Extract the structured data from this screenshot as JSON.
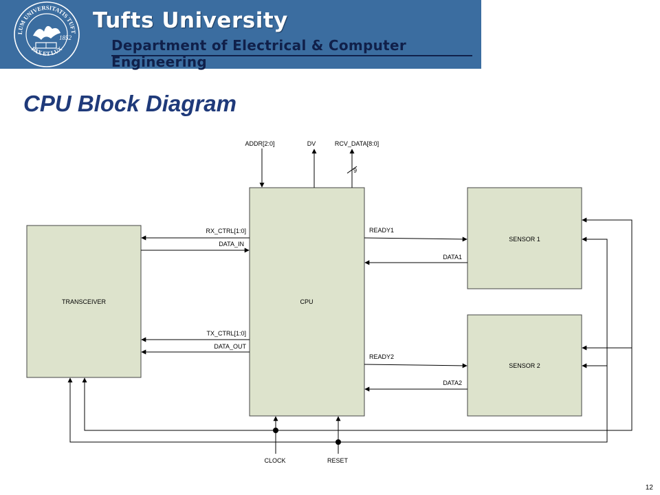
{
  "header": {
    "university": "Tufts University",
    "department": "Department of Electrical & Computer Engineering",
    "seal_text_top": "SIGILLUM UNIVERSITATIS TUFTENSIS",
    "seal_text_bottom": "PAX ET LUX",
    "seal_year": "1852",
    "banner_color": "#3b6da0"
  },
  "title": "CPU Block Diagram",
  "diagram": {
    "block_fill": "#dde3cc",
    "blocks": {
      "cpu": "CPU",
      "transceiver": "TRANSCEIVER",
      "sensor1": "SENSOR 1",
      "sensor2": "SENSOR 2"
    },
    "signals": {
      "addr": "ADDR[2:0]",
      "dv": "DV",
      "rcv_data": "RCV_DATA[8:0]",
      "bus_width": "9",
      "rx_ctrl": "RX_CTRL[1:0]",
      "data_in": "DATA_IN",
      "tx_ctrl": "TX_CTRL[1:0]",
      "data_out": "DATA_OUT",
      "ready1": "READY1",
      "data1": "DATA1",
      "ready2": "READY2",
      "data2": "DATA2",
      "clock": "CLOCK",
      "reset": "RESET"
    }
  },
  "page_number": "12"
}
